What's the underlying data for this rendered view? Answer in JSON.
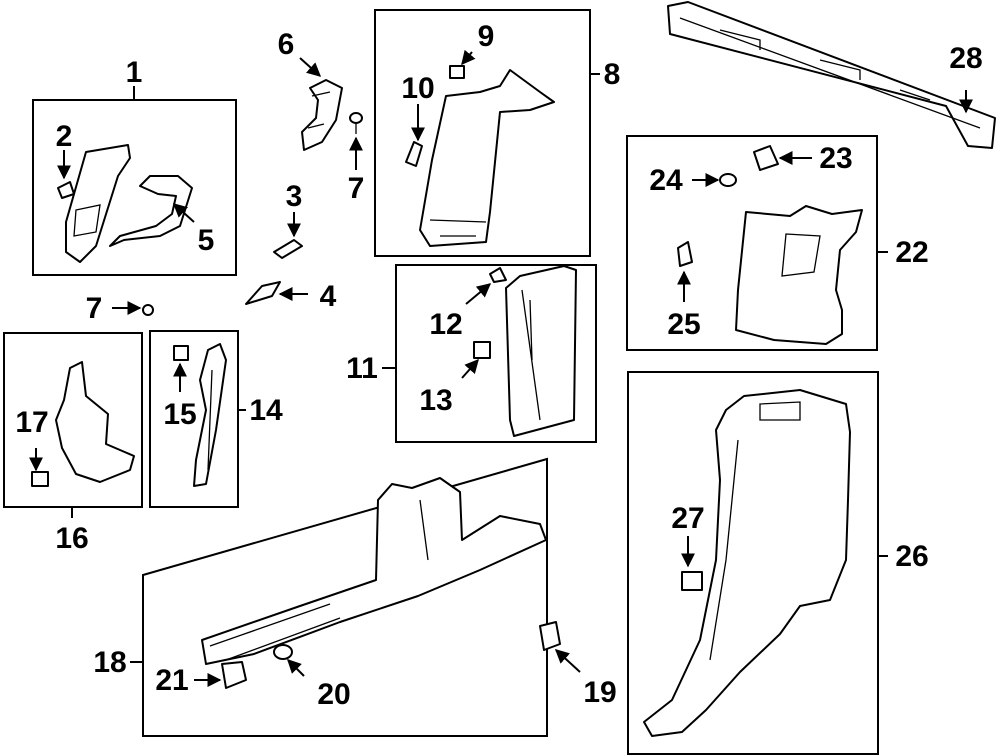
{
  "callouts": {
    "c1": "1",
    "c2": "2",
    "c3": "3",
    "c4": "4",
    "c5": "5",
    "c6": "6",
    "c7a": "7",
    "c7b": "7",
    "c8": "8",
    "c9": "9",
    "c10": "10",
    "c11": "11",
    "c12": "12",
    "c13": "13",
    "c14": "14",
    "c15": "15",
    "c16": "16",
    "c17": "17",
    "c18": "18",
    "c19": "19",
    "c20": "20",
    "c21": "21",
    "c22": "22",
    "c23": "23",
    "c24": "24",
    "c25": "25",
    "c26": "26",
    "c27": "27",
    "c28": "28"
  }
}
